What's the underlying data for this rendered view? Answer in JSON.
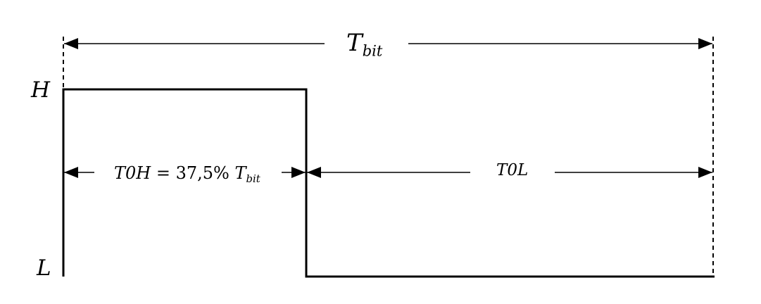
{
  "labels": {
    "period_main": "T",
    "period_sub": "bit",
    "high_level": "H",
    "low_level": "L",
    "t0h_name": "T0H",
    "t0h_equation": "= 37,5%",
    "t0h_ref_main": "T",
    "t0h_ref_sub": "bit",
    "t0l_name": "T0L"
  },
  "colors": {
    "stroke": "#000000",
    "background": "#ffffff"
  },
  "timing": {
    "t0h_fraction": 0.375
  }
}
